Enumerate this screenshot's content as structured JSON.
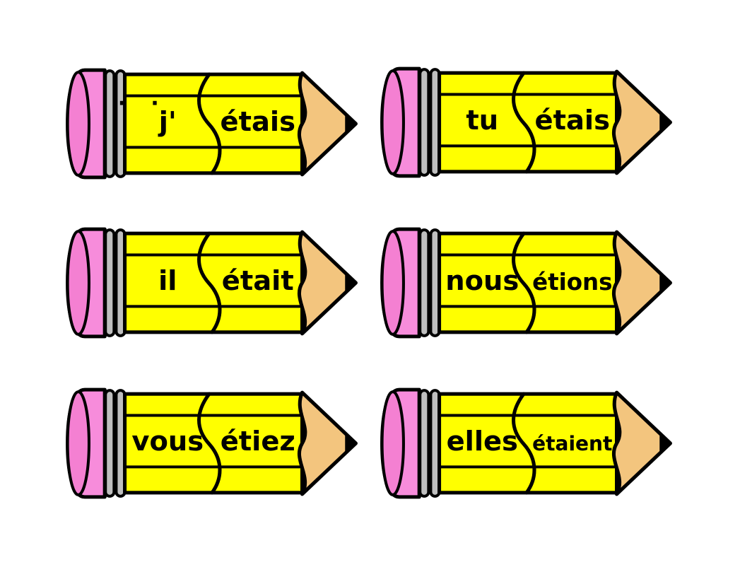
{
  "colors": {
    "background": "#FFFFFF",
    "eraser_pink": "#F78CDB",
    "eraser_cap_pink": "#F480D2",
    "ferrule_gray": "#BFBFBF",
    "body_yellow": "#FFFF00",
    "wood_tan": "#F3C57E",
    "lead_black": "#000000",
    "outline_black": "#000000",
    "text_black": "#000000"
  },
  "pencils": [
    {
      "pronoun": "j'",
      "verb": "étais",
      "marks": "· ·"
    },
    {
      "pronoun": "tu",
      "verb": "étais"
    },
    {
      "pronoun": "il",
      "verb": "était"
    },
    {
      "pronoun": "nous",
      "verb": "étions"
    },
    {
      "pronoun": "vous",
      "verb": "étiez"
    },
    {
      "pronoun": "elles",
      "verb": "étaient"
    }
  ]
}
